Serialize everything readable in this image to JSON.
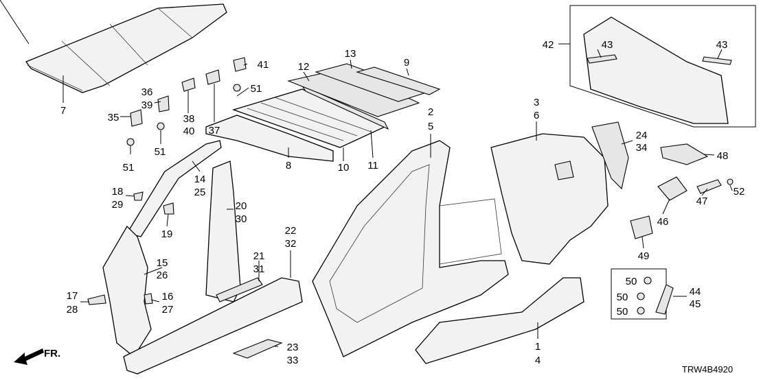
{
  "diagram_code": "TRW4B4920",
  "front_indicator": "FR.",
  "callouts": [
    "7",
    "35",
    "36",
    "39",
    "51",
    "51",
    "38",
    "40",
    "37",
    "41",
    "51",
    "12",
    "13",
    "9",
    "8",
    "10",
    "11",
    "14",
    "25",
    "18",
    "29",
    "19",
    "20",
    "30",
    "15",
    "26",
    "17",
    "28",
    "16",
    "27",
    "21",
    "31",
    "22",
    "32",
    "23",
    "33",
    "2",
    "5",
    "3",
    "6",
    "1",
    "4",
    "24",
    "34",
    "48",
    "52",
    "47",
    "46",
    "49",
    "50",
    "50",
    "50",
    "44",
    "45",
    "42",
    "43",
    "43"
  ]
}
